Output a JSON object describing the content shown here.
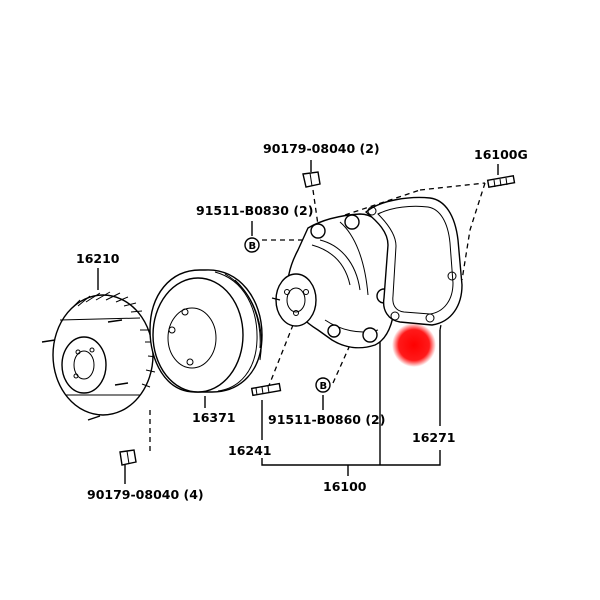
{
  "labels": {
    "bolt_top": "90179-08040 (2)",
    "stud_right": "16100G",
    "bolt_upper": "91511-B0830 (2)",
    "fan_clutch": "16210",
    "pulley": "16371",
    "bolt_lower": "91511-B0860 (2)",
    "stud_left": "16241",
    "gasket": "16271",
    "pump_assy": "16100",
    "nut_bottom": "90179-08040 (4)",
    "b_marker": "B"
  },
  "highlight": {
    "color": "#ff0000"
  }
}
